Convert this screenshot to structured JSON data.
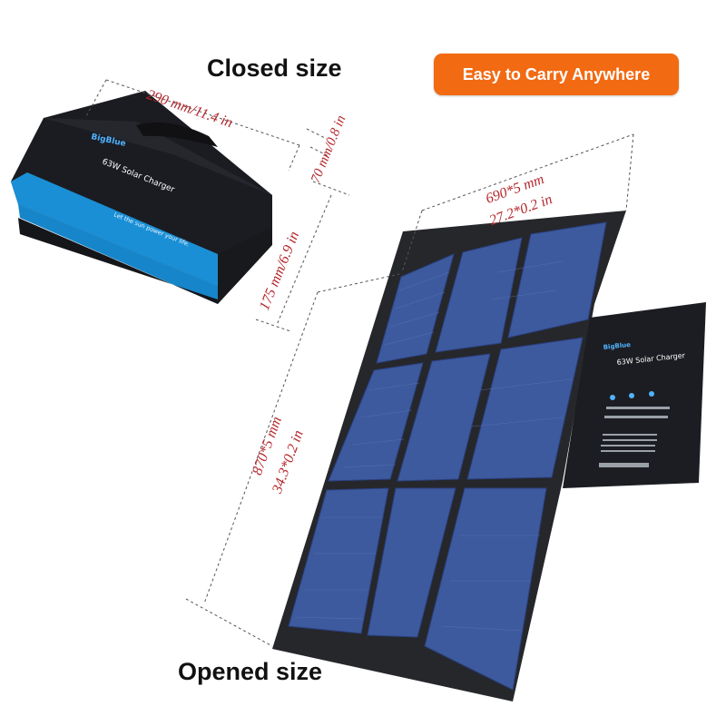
{
  "headings": {
    "closed": "Closed size",
    "opened": "Opened size"
  },
  "badge": {
    "label": "Easy to Carry Anywhere",
    "color": "#f26a12"
  },
  "dimensions": {
    "closed_width": "290 mm/11.4 in",
    "closed_thickness": "70 mm/0.8 in",
    "closed_height": "175 mm/6.9 in",
    "open_width_mm": "690*5 mm",
    "open_width_in": "27.2*0.2 in",
    "open_height_mm": "870*5 mm",
    "open_height_in": "34.3*0.2 in"
  },
  "bag": {
    "brand": "BigBlue",
    "product": "63W Solar Charger",
    "slogan": "Let the sun power your life."
  },
  "panel_flap": {
    "brand": "BigBlue",
    "product": "63W Solar Charger"
  },
  "colors": {
    "dimension_text": "#b3262b",
    "bag_accent": "#1a8fd6",
    "solar_cell": "#3d5a9e"
  }
}
